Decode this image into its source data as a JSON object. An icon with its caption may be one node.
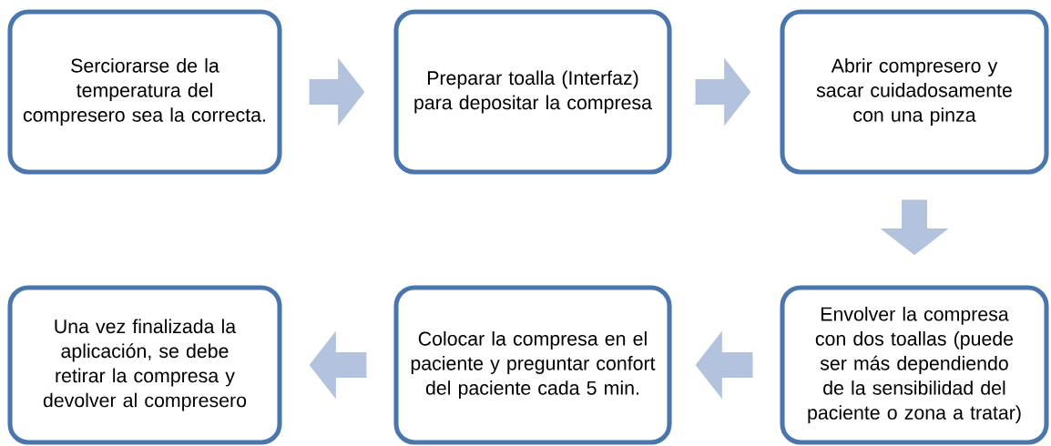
{
  "diagram": {
    "nodes": [
      {
        "text": [
          "Serciorarse de la temperatura del compresero sea la correcta."
        ]
      },
      {
        "text": [
          "Preparar toalla (Interfaz) para depositar la compresa"
        ]
      },
      {
        "text": [
          "Abrir compresero y sacar cuidadosamente con una pinza"
        ]
      },
      {
        "text": [
          "Envolver la compresa con dos toallas (puede ser más dependiendo de la sensibilidad del paciente o zona a tratar)"
        ]
      },
      {
        "text": [
          "Colocar la compresa en el paciente y preguntar confort del paciente cada 5 min."
        ]
      },
      {
        "text": [
          "Una vez finalizada la aplicación, se debe retirar la compresa y devolver al compresero"
        ]
      }
    ],
    "edges": [
      {
        "from": 0,
        "to": 1,
        "arrow": "to"
      },
      {
        "from": 1,
        "to": 2,
        "arrow": "to"
      },
      {
        "from": 2,
        "to": 3,
        "arrow": "to"
      },
      {
        "from": 3,
        "to": 4,
        "arrow": "to"
      },
      {
        "from": 4,
        "to": 5,
        "arrow": "to"
      }
    ]
  }
}
